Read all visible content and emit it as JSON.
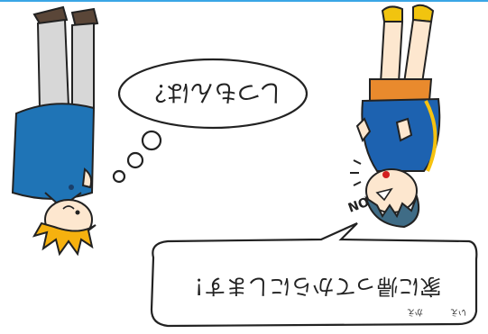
{
  "colors": {
    "accent": "#3aa6e6",
    "left_shirt": "#1f74b6",
    "left_pants": "#d7d7d7",
    "left_hair": "#f6b10f",
    "shoe": "#5a4638",
    "right_shirt": "#1d62b0",
    "right_shorts": "#e98a2d",
    "right_shoe": "#f1c40f",
    "right_hair": "#3f6c86",
    "outline": "#222222",
    "bubble": "#ffffff"
  },
  "thought_bubble": {
    "text": "しつもんは？"
  },
  "speech_bubble": {
    "text": "家に帰ってからにします！",
    "furigana": [
      {
        "kana": "いえ"
      },
      {
        "kana": "かえ"
      }
    ]
  },
  "sound_effect": {
    "text": "NO"
  },
  "icons": [
    "left-character",
    "right-character",
    "thought-bubble",
    "speech-bubble"
  ]
}
